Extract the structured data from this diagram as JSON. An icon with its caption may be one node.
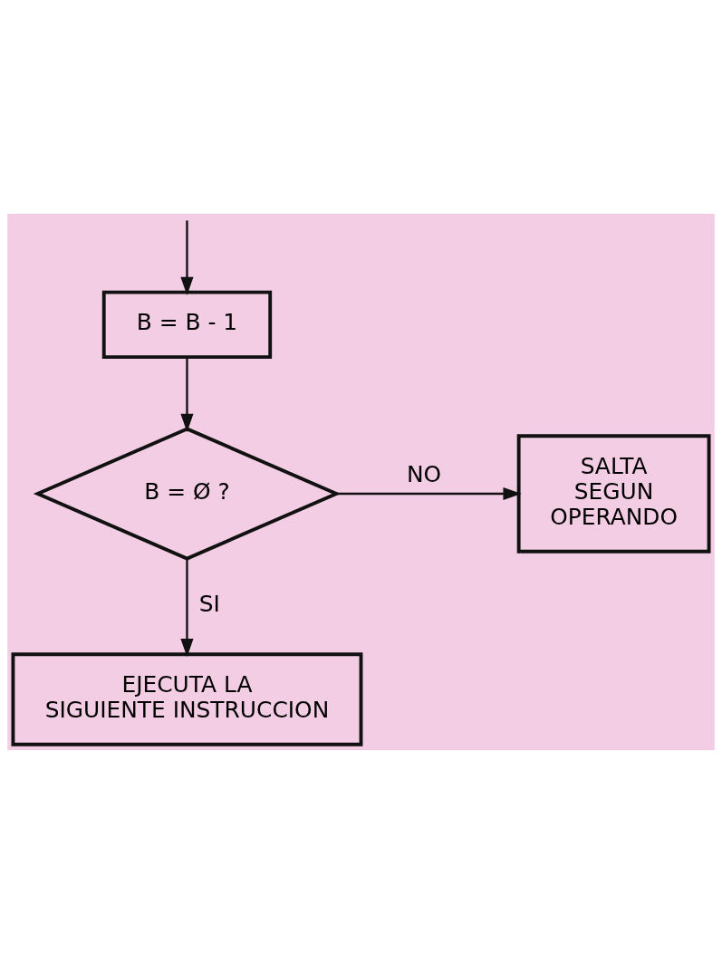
{
  "diagram": {
    "nodes": [
      {
        "text": [
          "B = B - 1"
        ]
      },
      {
        "text": [
          "B = Ø ?"
        ]
      },
      {
        "text": [
          "SALTA SEGUN OPERANDO"
        ]
      },
      {
        "text": [
          "EJECUTA LA SIGUIENTE INSTRUCCION"
        ]
      }
    ],
    "edges": [
      {
        "from": null,
        "to": 0,
        "arrow": "to"
      },
      {
        "from": 0,
        "to": 1,
        "arrow": "to"
      },
      {
        "from": 1,
        "to": 2,
        "arrow": "to",
        "label": "NO"
      },
      {
        "from": 1,
        "to": 3,
        "arrow": "to",
        "label": "SI"
      }
    ]
  }
}
